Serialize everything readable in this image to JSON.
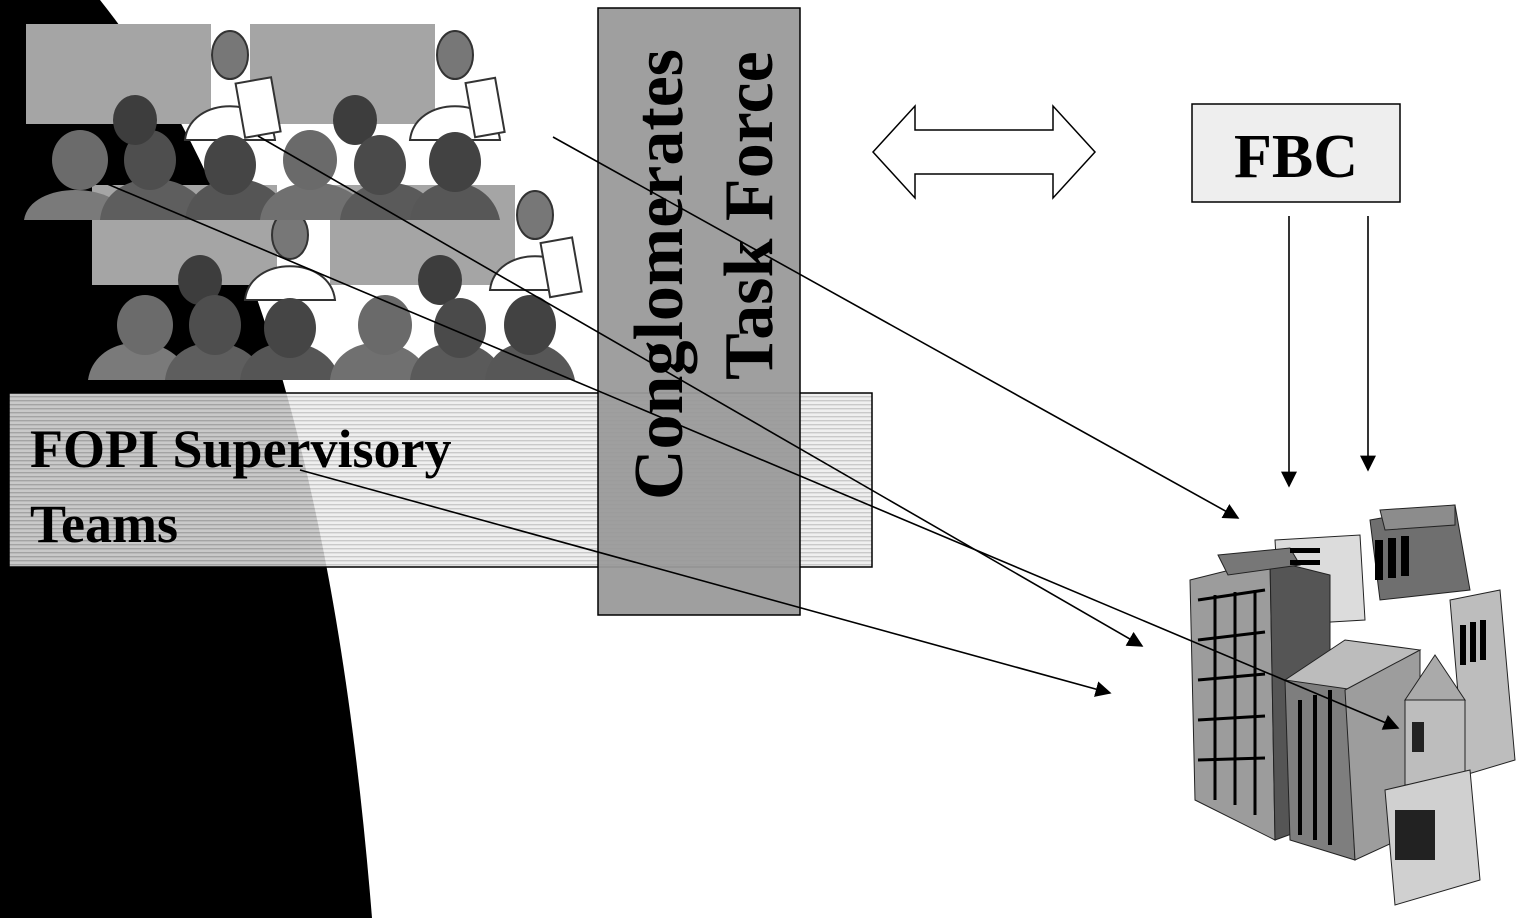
{
  "fopi": {
    "line1": "FOPI Supervisory",
    "line2": "Teams"
  },
  "taskforce": {
    "line1": "Conglomerates",
    "line2": "Task Force"
  },
  "fbc": {
    "label": "FBC"
  },
  "colors": {
    "dark_wedge": "#000000",
    "gray_box": "#9a9a9a",
    "light_box": "#eeeeee",
    "stripe_light": "#ebebeb",
    "stripe_dark": "#bdbdbd",
    "line": "#000000"
  },
  "icons": {
    "meeting": "meeting-people-clipart",
    "buildings": "office-buildings-clipart",
    "double_arrow": "double-headed-arrow"
  }
}
